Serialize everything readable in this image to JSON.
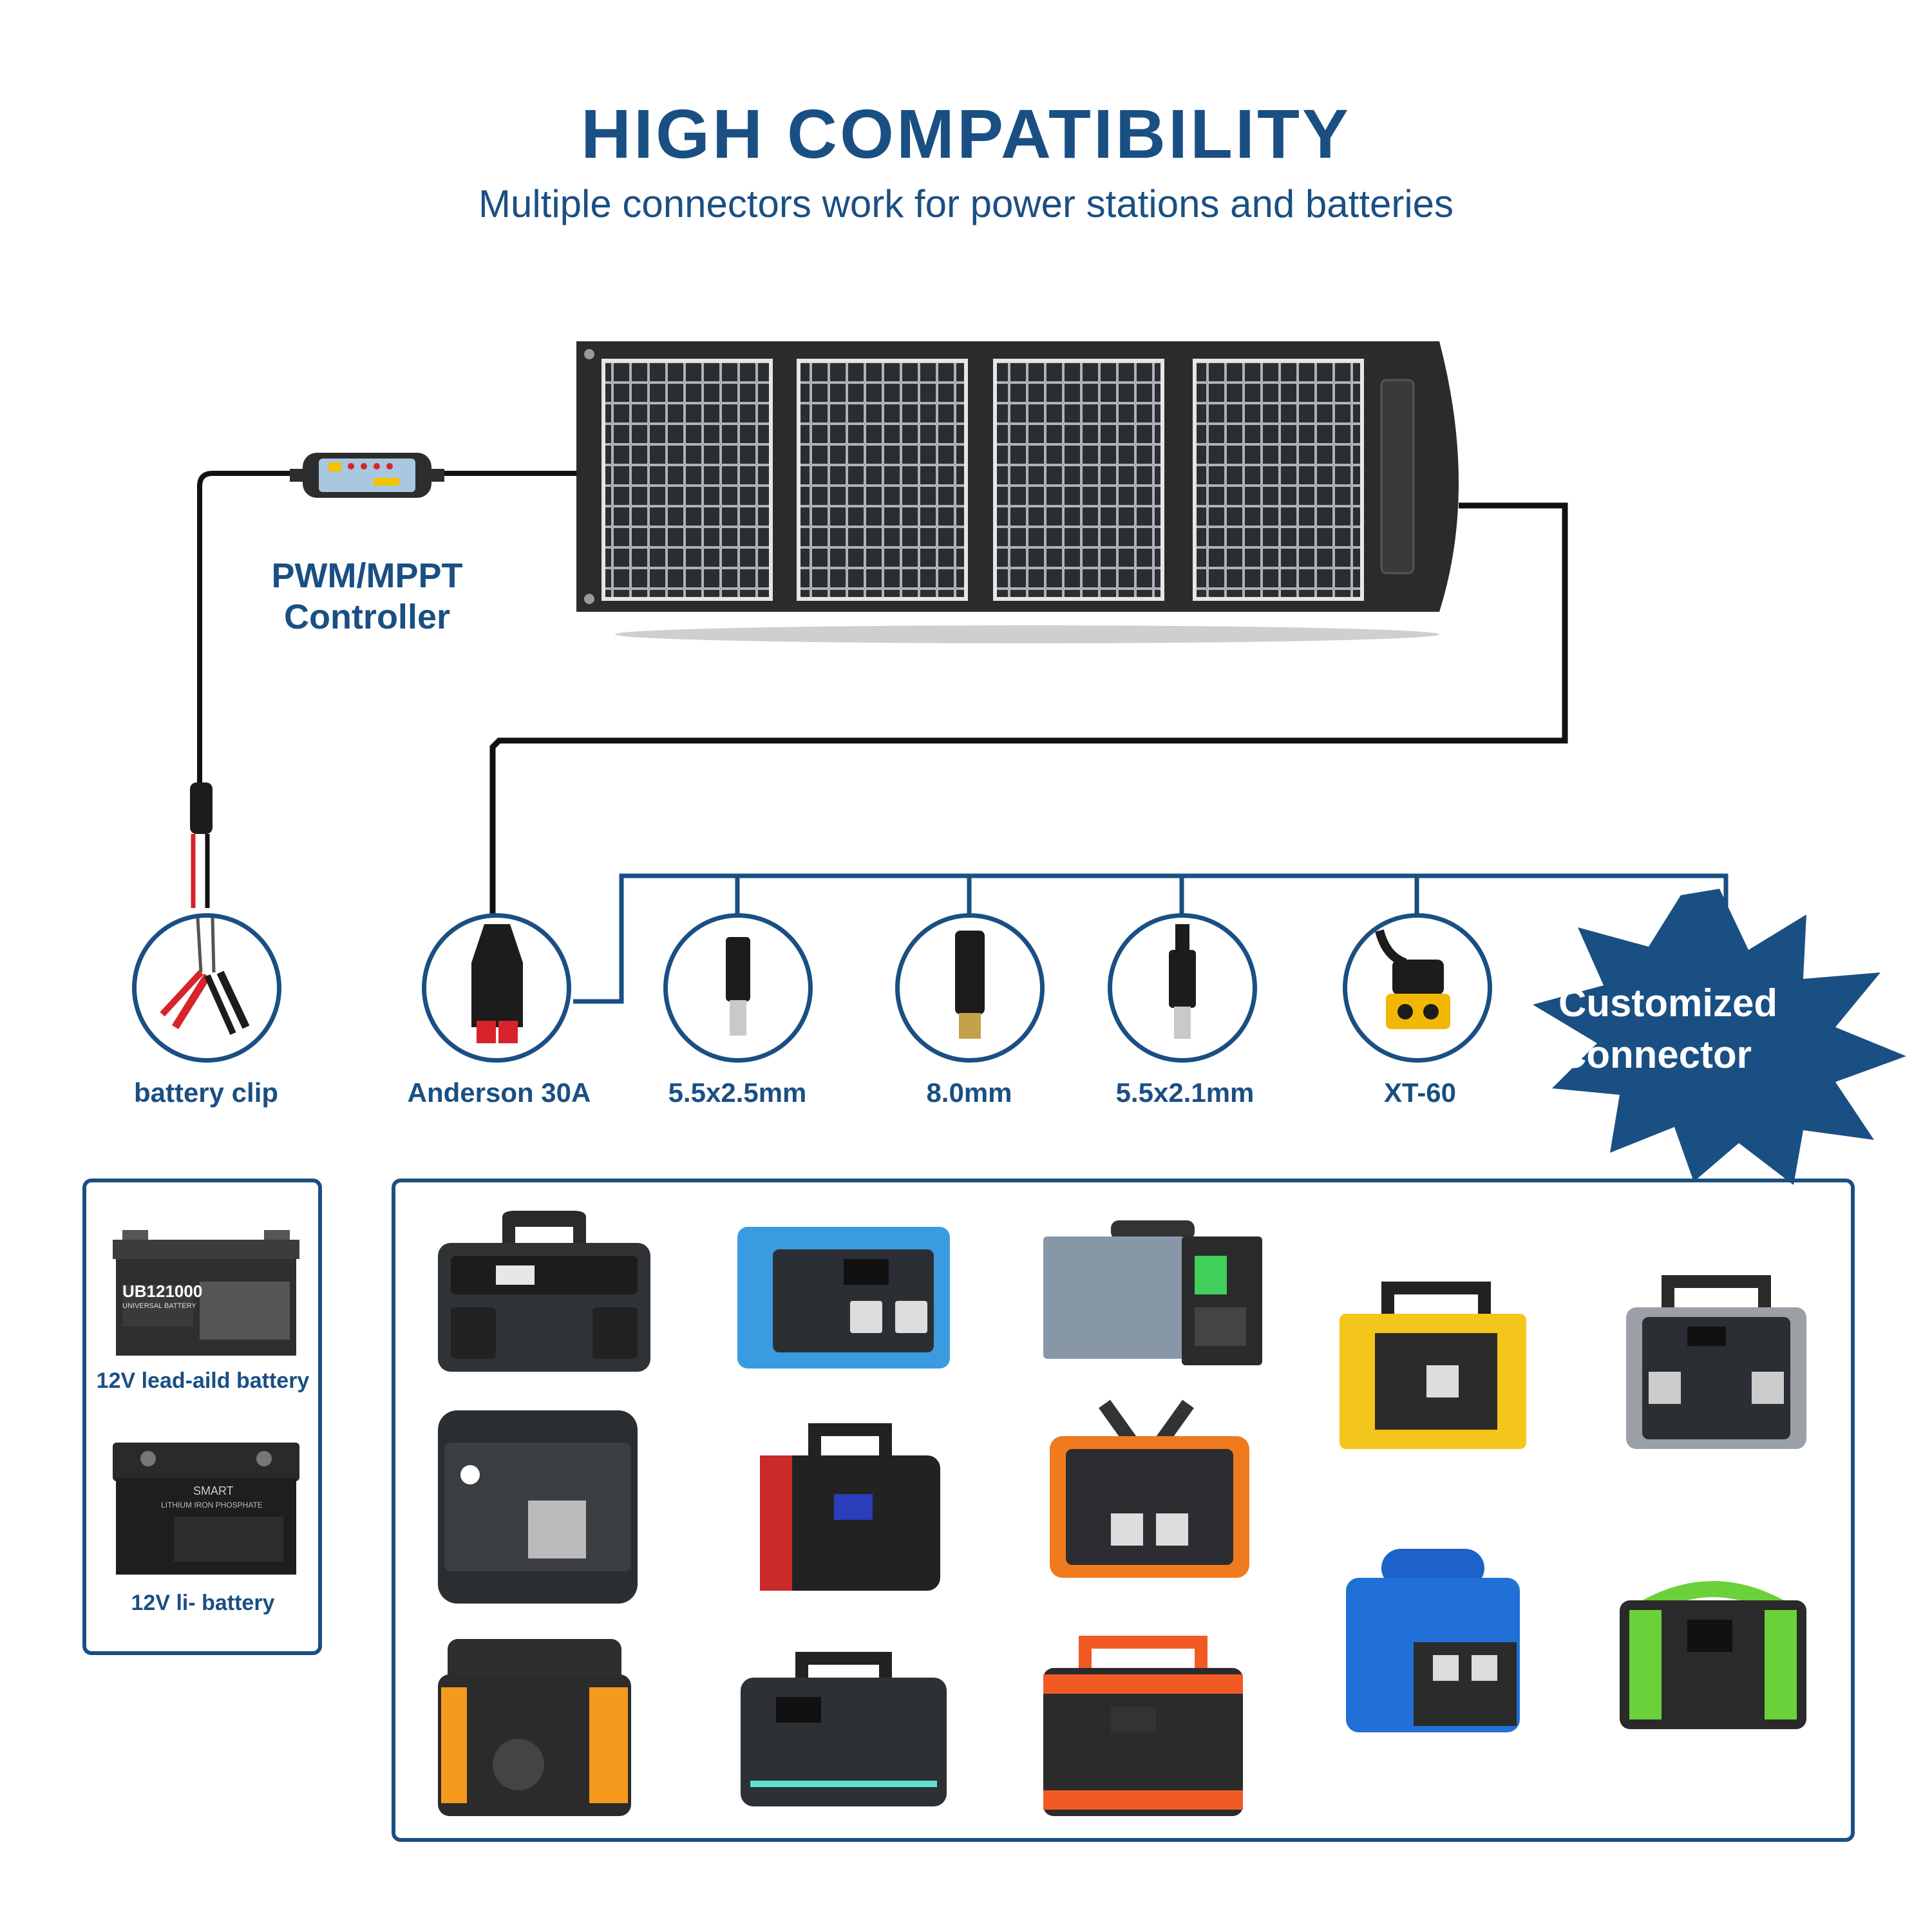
{
  "header": {
    "title": "HIGH COMPATIBILITY",
    "subtitle": "Multiple connectors work for power stations and batteries"
  },
  "controller": {
    "label_line1": "PWM/MPPT",
    "label_line2": "Controller"
  },
  "connectors": [
    {
      "label": "battery clip",
      "icon": "battery-clip-icon"
    },
    {
      "label": "Anderson 30A",
      "icon": "anderson-plug-icon"
    },
    {
      "label": "5.5x2.5mm",
      "icon": "dc-plug-icon"
    },
    {
      "label": "8.0mm",
      "icon": "dc-plug-icon"
    },
    {
      "label": "5.5x2.1mm",
      "icon": "dc-plug-icon"
    },
    {
      "label": "XT-60",
      "icon": "xt60-plug-icon"
    }
  ],
  "customized": {
    "line1": "Customized",
    "line2": "Connector"
  },
  "batteries": [
    {
      "label": "12V lead-aild battery",
      "print": "UB121000",
      "subprint": "UNIVERSAL BATTERY"
    },
    {
      "label": "12V li- battery",
      "print": "SMART",
      "subprint": "LITHIUM IRON PHOSPHATE"
    }
  ],
  "colors": {
    "brand_blue": "#1a4f83",
    "panel_dark": "#2b2b2b",
    "cell_blue": "#3a3f47"
  }
}
